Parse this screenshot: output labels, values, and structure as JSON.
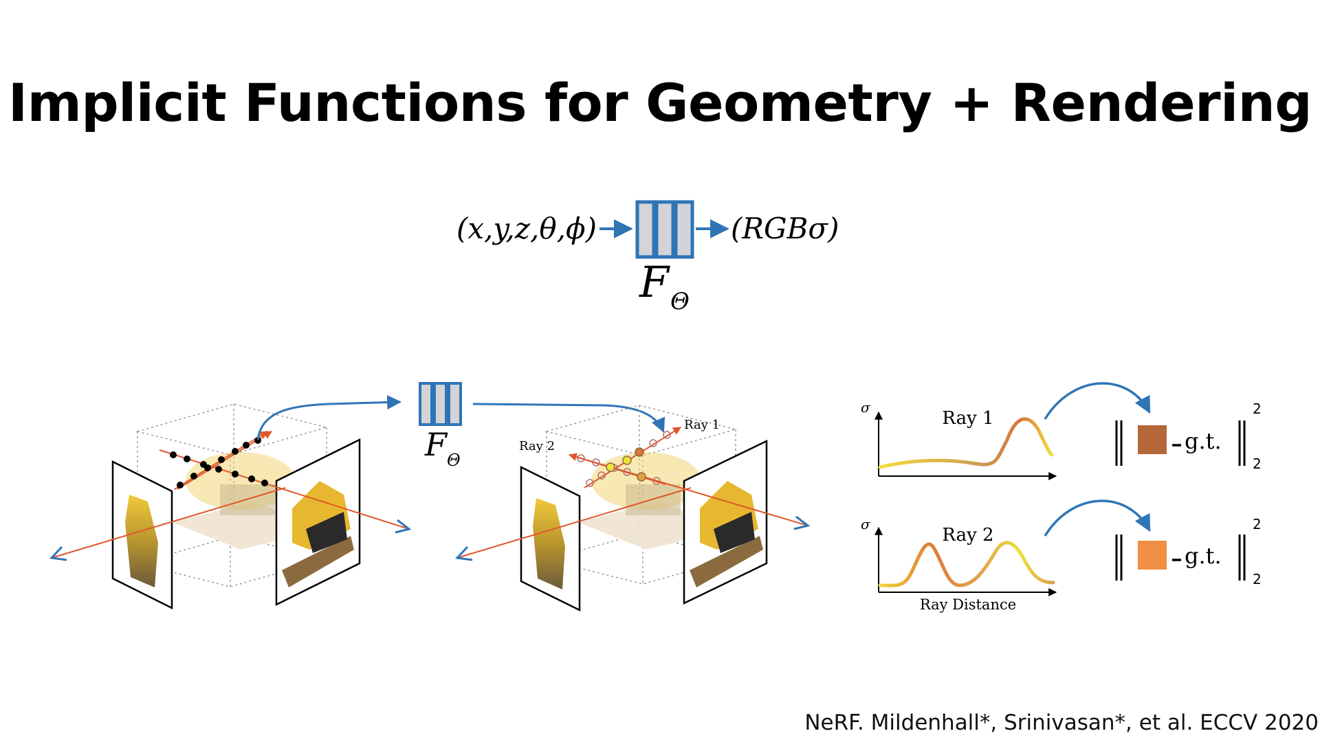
{
  "title": "Implicit Functions for Geometry + Rendering",
  "equation": {
    "input": "(x,y,z,θ,ϕ)",
    "output": "(RGBσ)",
    "network_label": "F",
    "network_subscript": "Θ"
  },
  "left_panel": {
    "network_label": "F",
    "network_subscript": "Θ"
  },
  "middle_panel": {
    "ray1_label": "Ray 1",
    "ray2_label": "Ray 2"
  },
  "plots": [
    {
      "name": "Ray 1",
      "y_axis": "σ",
      "color_swatch": "#b5673a",
      "loss_text": "g.t.",
      "norm_sup": "2",
      "norm_sub": "2"
    },
    {
      "name": "Ray 2",
      "y_axis": "σ",
      "x_axis": "Ray Distance",
      "color_swatch": "#f08f45",
      "loss_text": "g.t.",
      "norm_sup": "2",
      "norm_sub": "2"
    }
  ],
  "colors": {
    "arrow_blue": "#2e75b6",
    "ray_red": "#e0572b",
    "net_fill": "#d4d4d8"
  },
  "citation": "NeRF. Mildenhall*, Srinivasan*, et al. ECCV 2020"
}
